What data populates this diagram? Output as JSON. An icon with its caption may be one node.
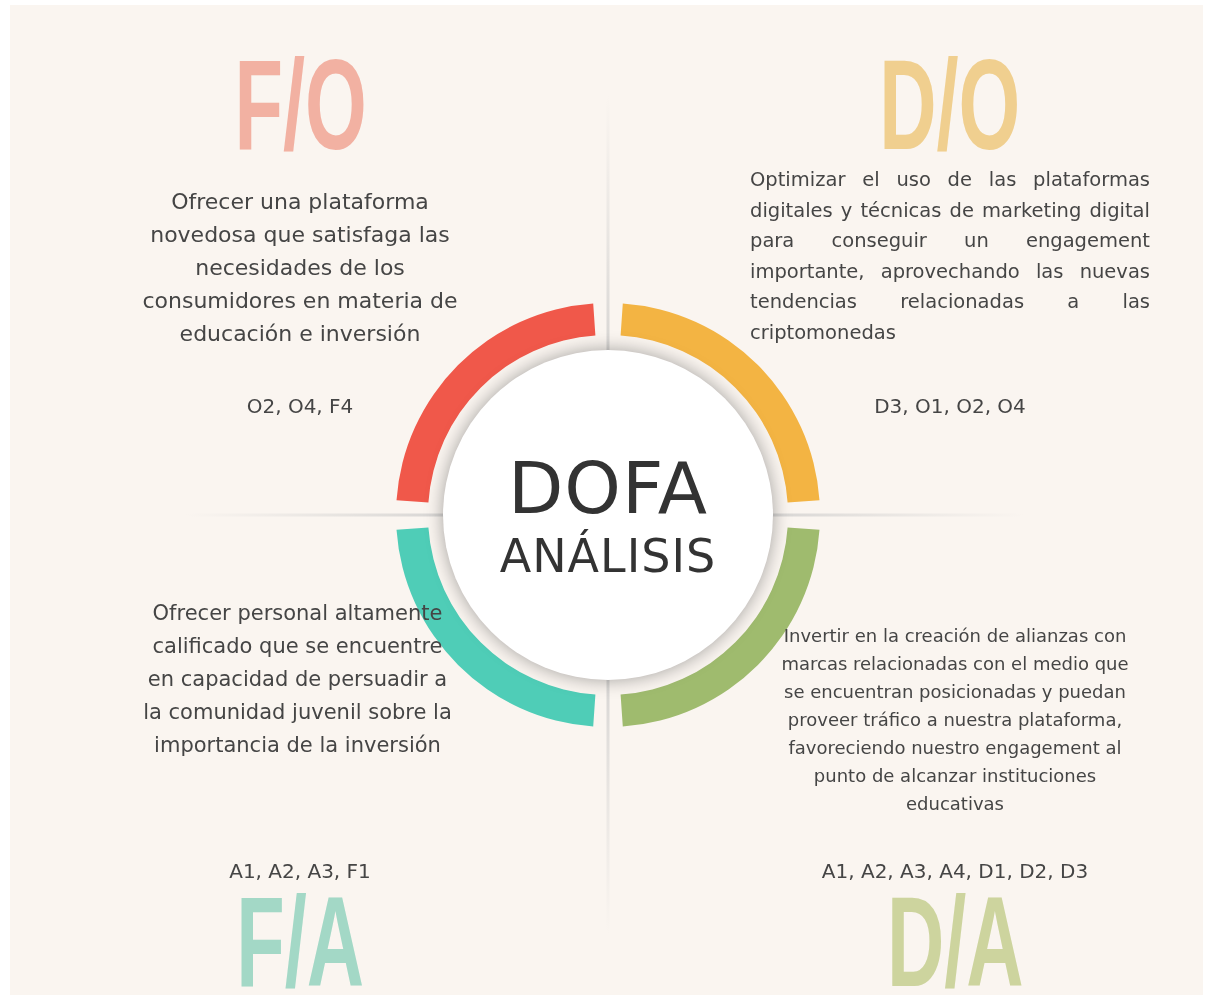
{
  "diagram": {
    "nodes": [
      {
        "text": [
          "DOFA",
          "ANÁLISIS"
        ]
      }
    ],
    "labels": [
      "F/O",
      "Ofrecer una plataforma novedosa que satisfaga las necesidades de los consumidores en materia de educación e inversión",
      "O2, O4, F4",
      "D/O",
      "Optimizar el uso de las plataformas digitales y técnicas de marketing digital para conseguir un engagement importante, aprovechando las nuevas tendencias relacionadas a las criptomonedas",
      "D3, O1, O2, O4",
      "F/A",
      "Ofrecer personal altamente calificado que se encuentre en capacidad de persuadir a la comunidad juvenil sobre la importancia de la inversión",
      "A1, A2, A3, F1",
      "D/A",
      "Invertir en la creación de alianzas con marcas relacionadas con el medio que se encuentran posicionadas y puedan proveer tráfico a nuestra plataforma, favoreciendo nuestro engagement al punto de alcanzar instituciones educativas",
      "A1, A2, A3, A4, D1, D2, D3"
    ]
  }
}
